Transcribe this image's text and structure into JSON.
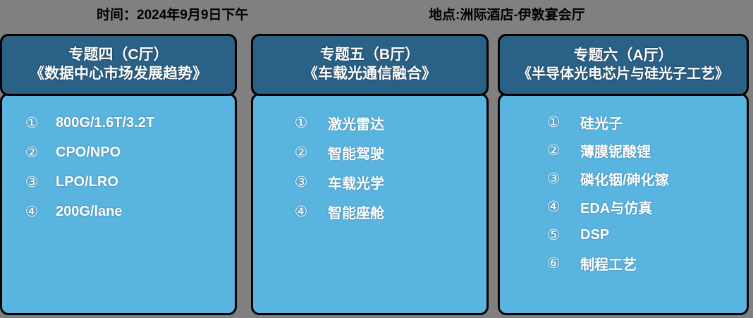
{
  "meta": {
    "time_label": "时间：2024年9月9日下午",
    "place_label": "地点:洲际酒店-伊敦宴会厅"
  },
  "colors": {
    "background": "#808080",
    "header_blue": "#2a6187",
    "body_blue": "#5ab4e0",
    "border": "#000000",
    "text_white": "#ffffff",
    "text_black": "#000000"
  },
  "panels": [
    {
      "title": "专题四（C厅）",
      "subtitle": "《数据中心市场发展趋势》",
      "items": [
        {
          "marker": "①",
          "label": "800G/1.6T/3.2T"
        },
        {
          "marker": "②",
          "label": "CPO/NPO"
        },
        {
          "marker": "③",
          "label": "LPO/LRO"
        },
        {
          "marker": "④",
          "label": "200G/lane"
        }
      ]
    },
    {
      "title": "专题五（B厅）",
      "subtitle": "《车载光通信融合》",
      "items": [
        {
          "marker": "①",
          "label": "激光雷达"
        },
        {
          "marker": "②",
          "label": "智能驾驶"
        },
        {
          "marker": "③",
          "label": "车载光学"
        },
        {
          "marker": "④",
          "label": "智能座舱"
        }
      ]
    },
    {
      "title": "专题六（A厅）",
      "subtitle": "《半导体光电芯片与硅光子工艺》",
      "items": [
        {
          "marker": "①",
          "label": "硅光子"
        },
        {
          "marker": "②",
          "label": "薄膜铌酸锂"
        },
        {
          "marker": "③",
          "label": "磷化铟/砷化镓"
        },
        {
          "marker": "④",
          "label": "EDA与仿真"
        },
        {
          "marker": "⑤",
          "label": "DSP"
        },
        {
          "marker": "⑥",
          "label": "制程工艺"
        }
      ]
    }
  ]
}
